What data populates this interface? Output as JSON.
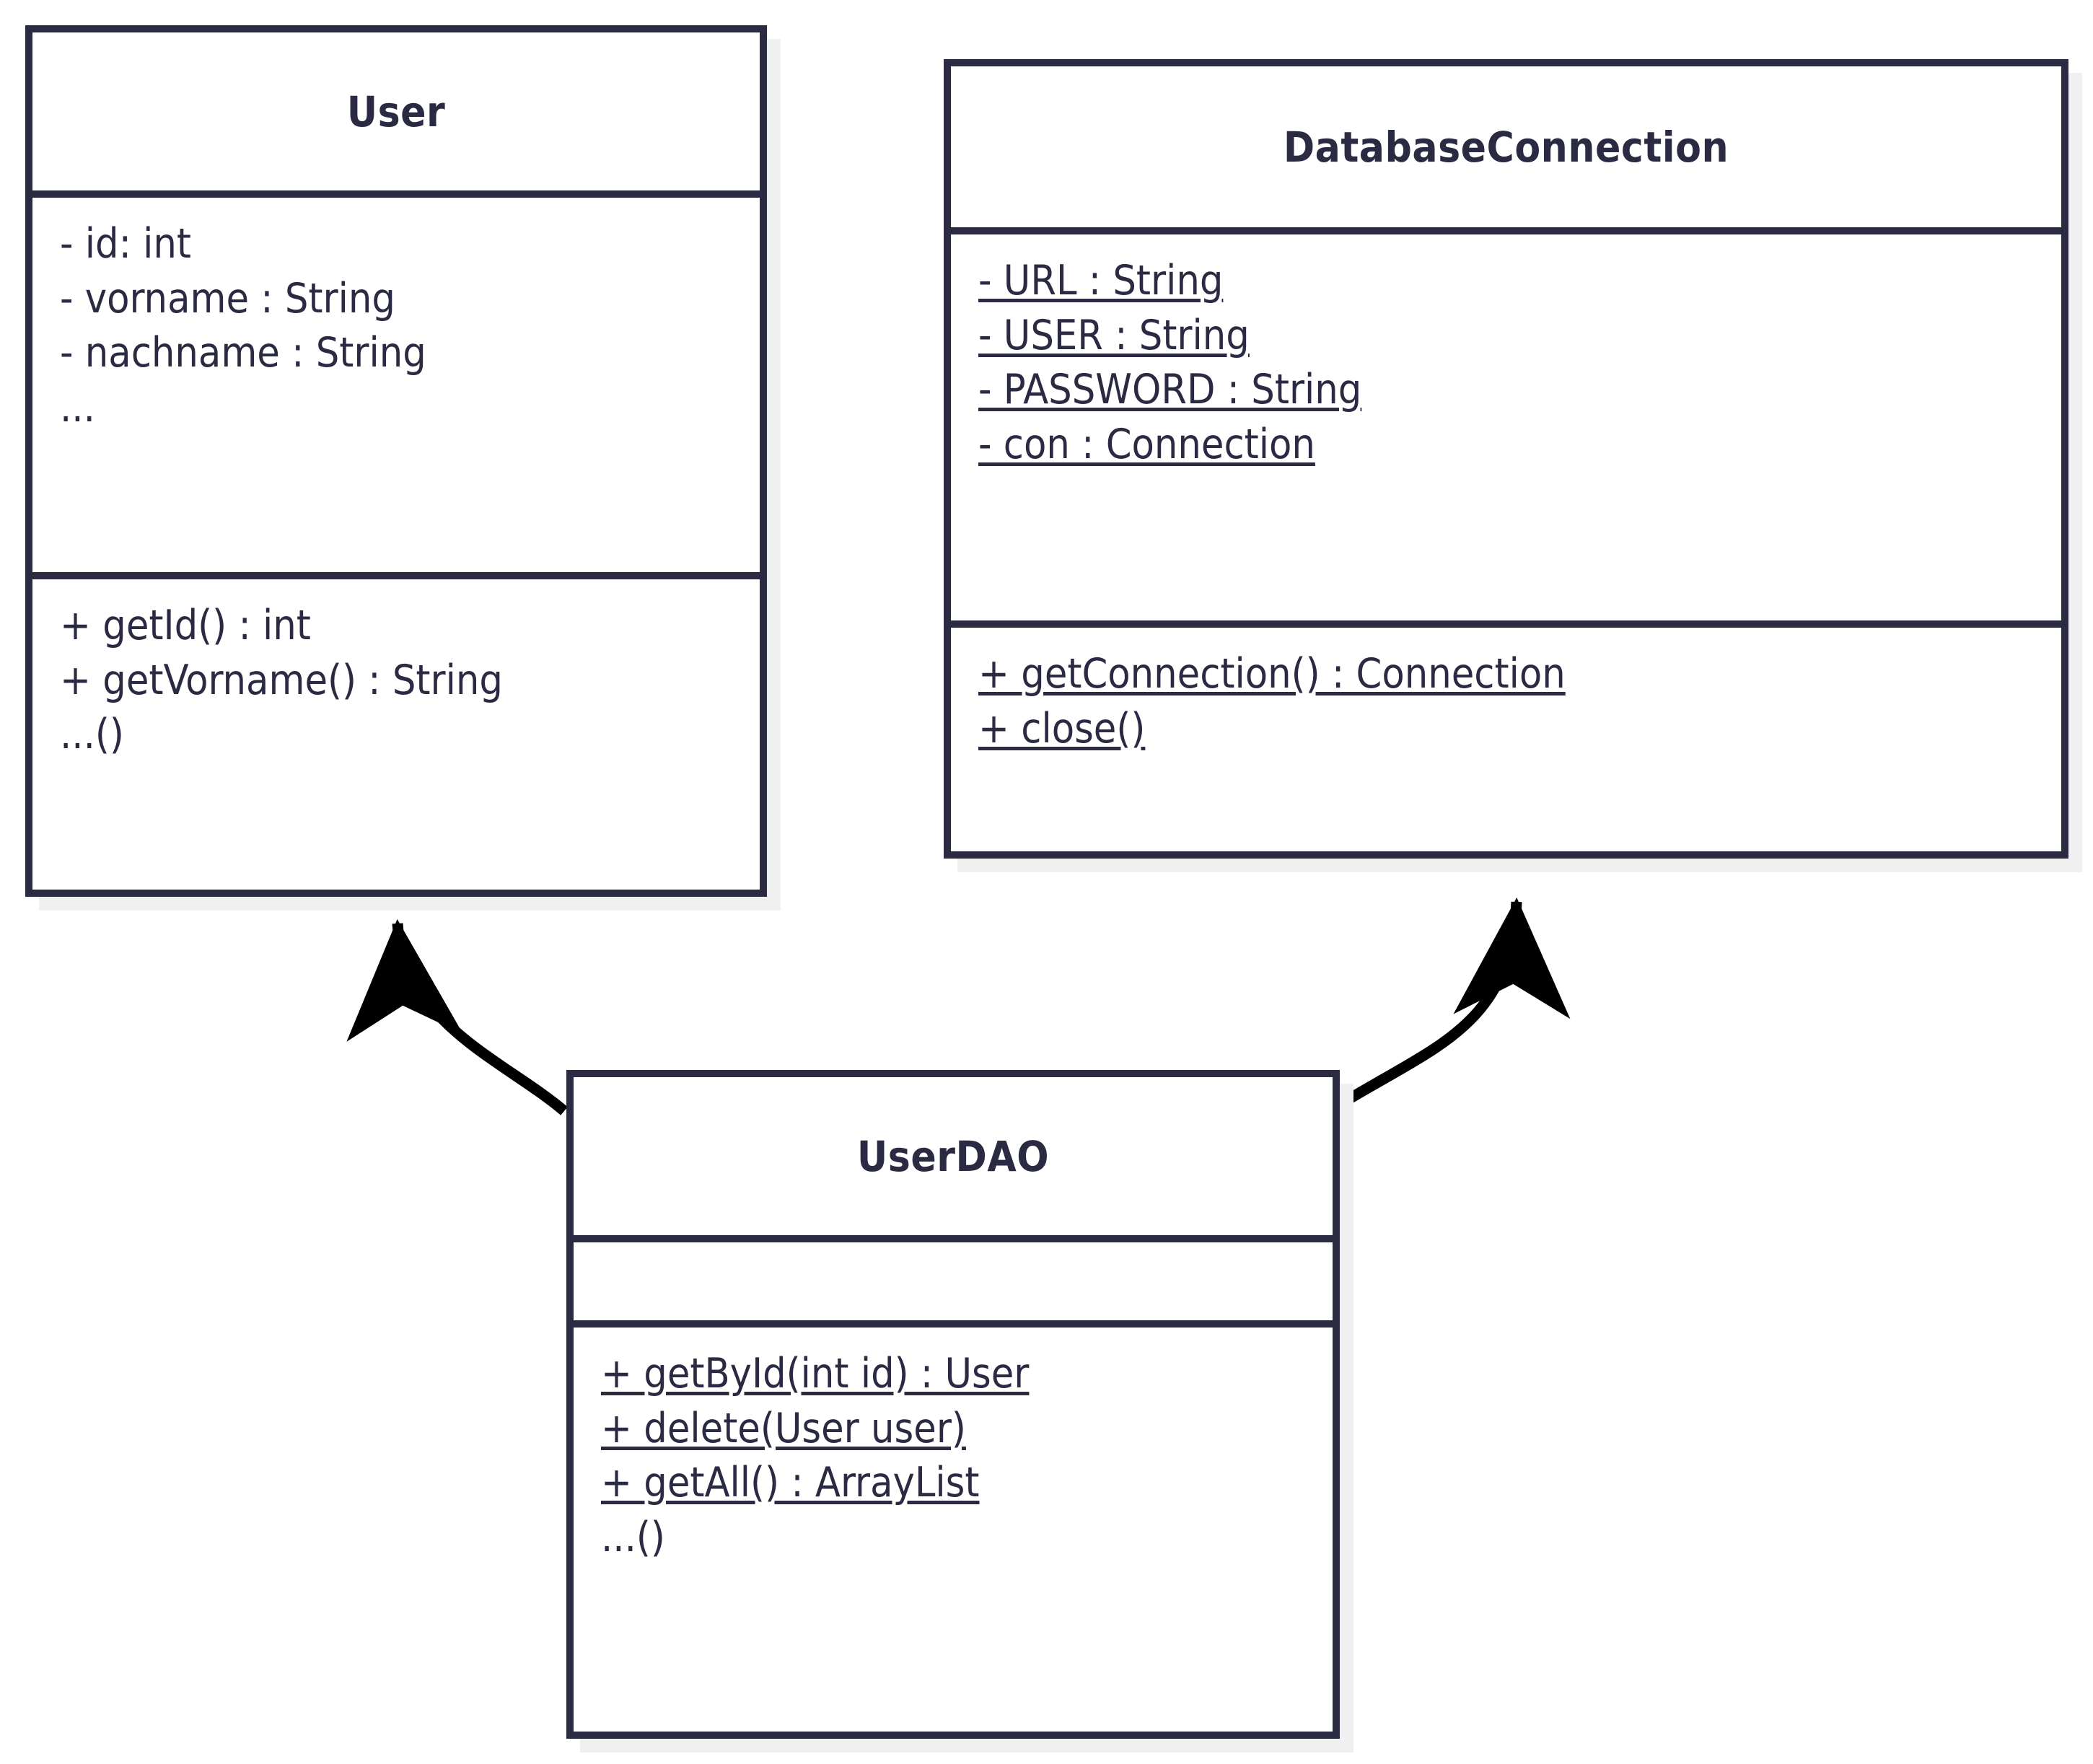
{
  "diagram": {
    "type": "uml-class-diagram",
    "background_color": "#ffffff",
    "line_color": "#2a2a42",
    "shadow_color": "#f0f0f0",
    "arrow_color": "#000000"
  },
  "classes": [
    {
      "id": "user",
      "name": "User",
      "attributes": [
        {
          "text": "- id: int",
          "static": false
        },
        {
          "text": "- vorname : String",
          "static": false
        },
        {
          "text": "- nachname : String",
          "static": false
        },
        {
          "text": "...",
          "static": false
        }
      ],
      "methods": [
        {
          "text": "+ getId() : int",
          "static": false
        },
        {
          "text": "+ getVorname() : String",
          "static": false
        },
        {
          "text": "...()",
          "static": false
        }
      ]
    },
    {
      "id": "databaseconnection",
      "name": "DatabaseConnection",
      "attributes": [
        {
          "text": "- URL : String",
          "static": true
        },
        {
          "text": "- USER : String",
          "static": true
        },
        {
          "text": "- PASSWORD : String",
          "static": true
        },
        {
          "text": "- con : Connection",
          "static": true
        }
      ],
      "methods": [
        {
          "text": "+ getConnection() : Connection",
          "static": true
        },
        {
          "text": "+ close()",
          "static": true
        }
      ]
    },
    {
      "id": "userdao",
      "name": "UserDAO",
      "attributes": [],
      "methods": [
        {
          "text": "+ getById(int id) : User",
          "static": true
        },
        {
          "text": "+ delete(User user)",
          "static": true
        },
        {
          "text": "+ getAll() : ArrayList",
          "static": true
        },
        {
          "text": "...()",
          "static": false
        }
      ]
    }
  ],
  "relationships": [
    {
      "id": "userdao-to-user",
      "from": "userdao",
      "to": "user",
      "style": "open-arrow-curve",
      "direction": "up-left"
    },
    {
      "id": "userdao-to-databaseconnection",
      "from": "userdao",
      "to": "databaseconnection",
      "style": "open-arrow-curve",
      "direction": "up-right"
    }
  ]
}
